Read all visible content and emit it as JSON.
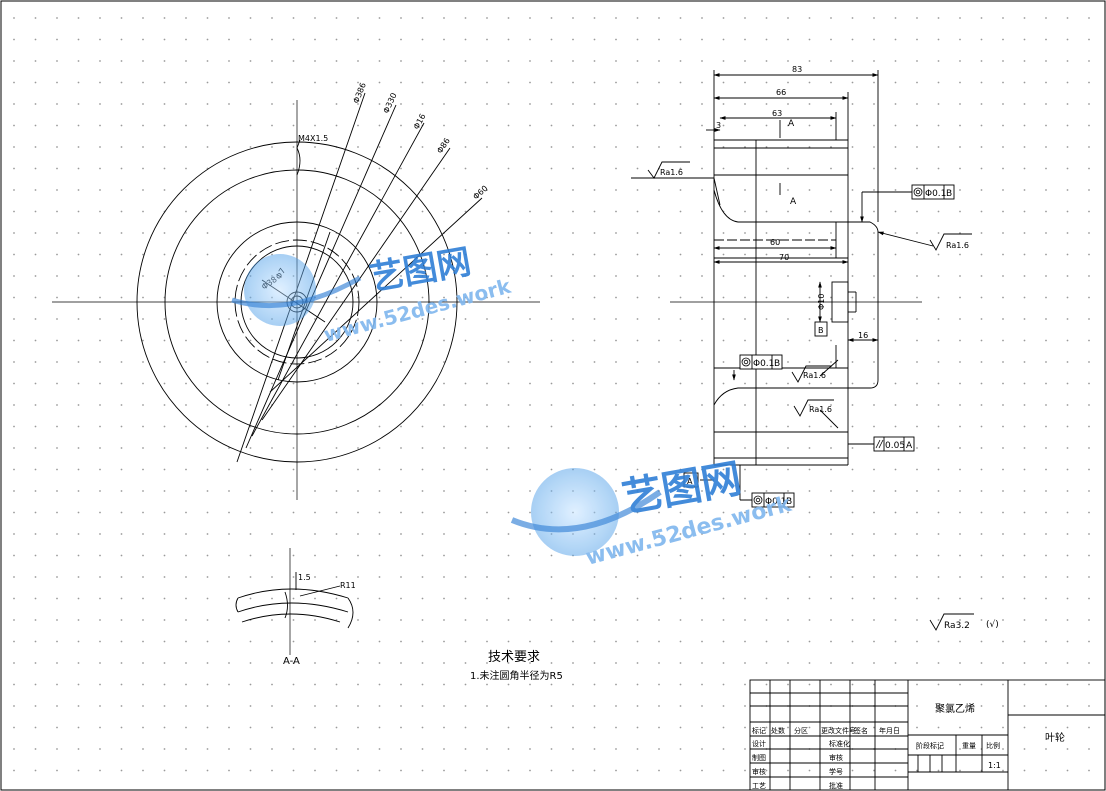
{
  "colors": {
    "background": "#ffffff",
    "line": "#000000",
    "grid_dot": "#9a9a9a",
    "watermark_blue": "#2f7fd6",
    "watermark_light": "#7fb6ee"
  },
  "front_view": {
    "dim_thread": "M4X1.5",
    "dim_1": "Φ386",
    "dim_2": "Φ330",
    "dim_3": "Φ16",
    "dim_4": "Φ86",
    "dim_5": "Φ60",
    "dim_6": "Φ38",
    "dim_7": "Φ7"
  },
  "section_view": {
    "dim_overall": "83",
    "dim_66": "66",
    "dim_63": "63",
    "dim_3": "3",
    "dim_60": "60",
    "dim_70": "70",
    "dim_16": "16",
    "dim_bore": "Φ10",
    "datum_a_label_top": "A",
    "datum_a_label_mid": "A",
    "datum_a_box": "A",
    "datum_b_box": "B",
    "rough_1": "Ra1.6",
    "rough_2": "Ra1.6",
    "rough_3": "Ra1.6",
    "rough_4": "Ra1.6",
    "tol_1_val": "Φ0.1",
    "tol_1_datum": "B",
    "tol_2_val": "Φ0.1",
    "tol_2_datum": "B",
    "tol_3_val": "Φ0.1",
    "tol_3_datum": "B",
    "tol_4_val": "0.05",
    "tol_4_datum": "A"
  },
  "detail_view": {
    "label": "A-A",
    "dim_1": "1.5",
    "dim_2": "R11"
  },
  "notes": {
    "title": "技术要求",
    "item_1": "1.未注圆角半径为R5"
  },
  "surface_note": {
    "value": "Ra3.2",
    "suffix": "(√)"
  },
  "title_block": {
    "material": "聚氯乙烯",
    "part_name": "叶轮",
    "scale": "1:1",
    "headers": [
      "标记",
      "处数",
      "分区",
      "更改文件号",
      "签名",
      "年月日"
    ],
    "rows": [
      "设计",
      "制图",
      "审核",
      "工艺"
    ],
    "mid_labels": [
      "标准化",
      "审核",
      "学号",
      "批准"
    ],
    "stage_labels": [
      "阶段标记",
      "重量",
      "比例"
    ]
  },
  "watermarks": [
    {
      "name": "艺图网",
      "url": "www.52des.work"
    },
    {
      "name": "艺图网",
      "url": "www.52des.work"
    }
  ]
}
